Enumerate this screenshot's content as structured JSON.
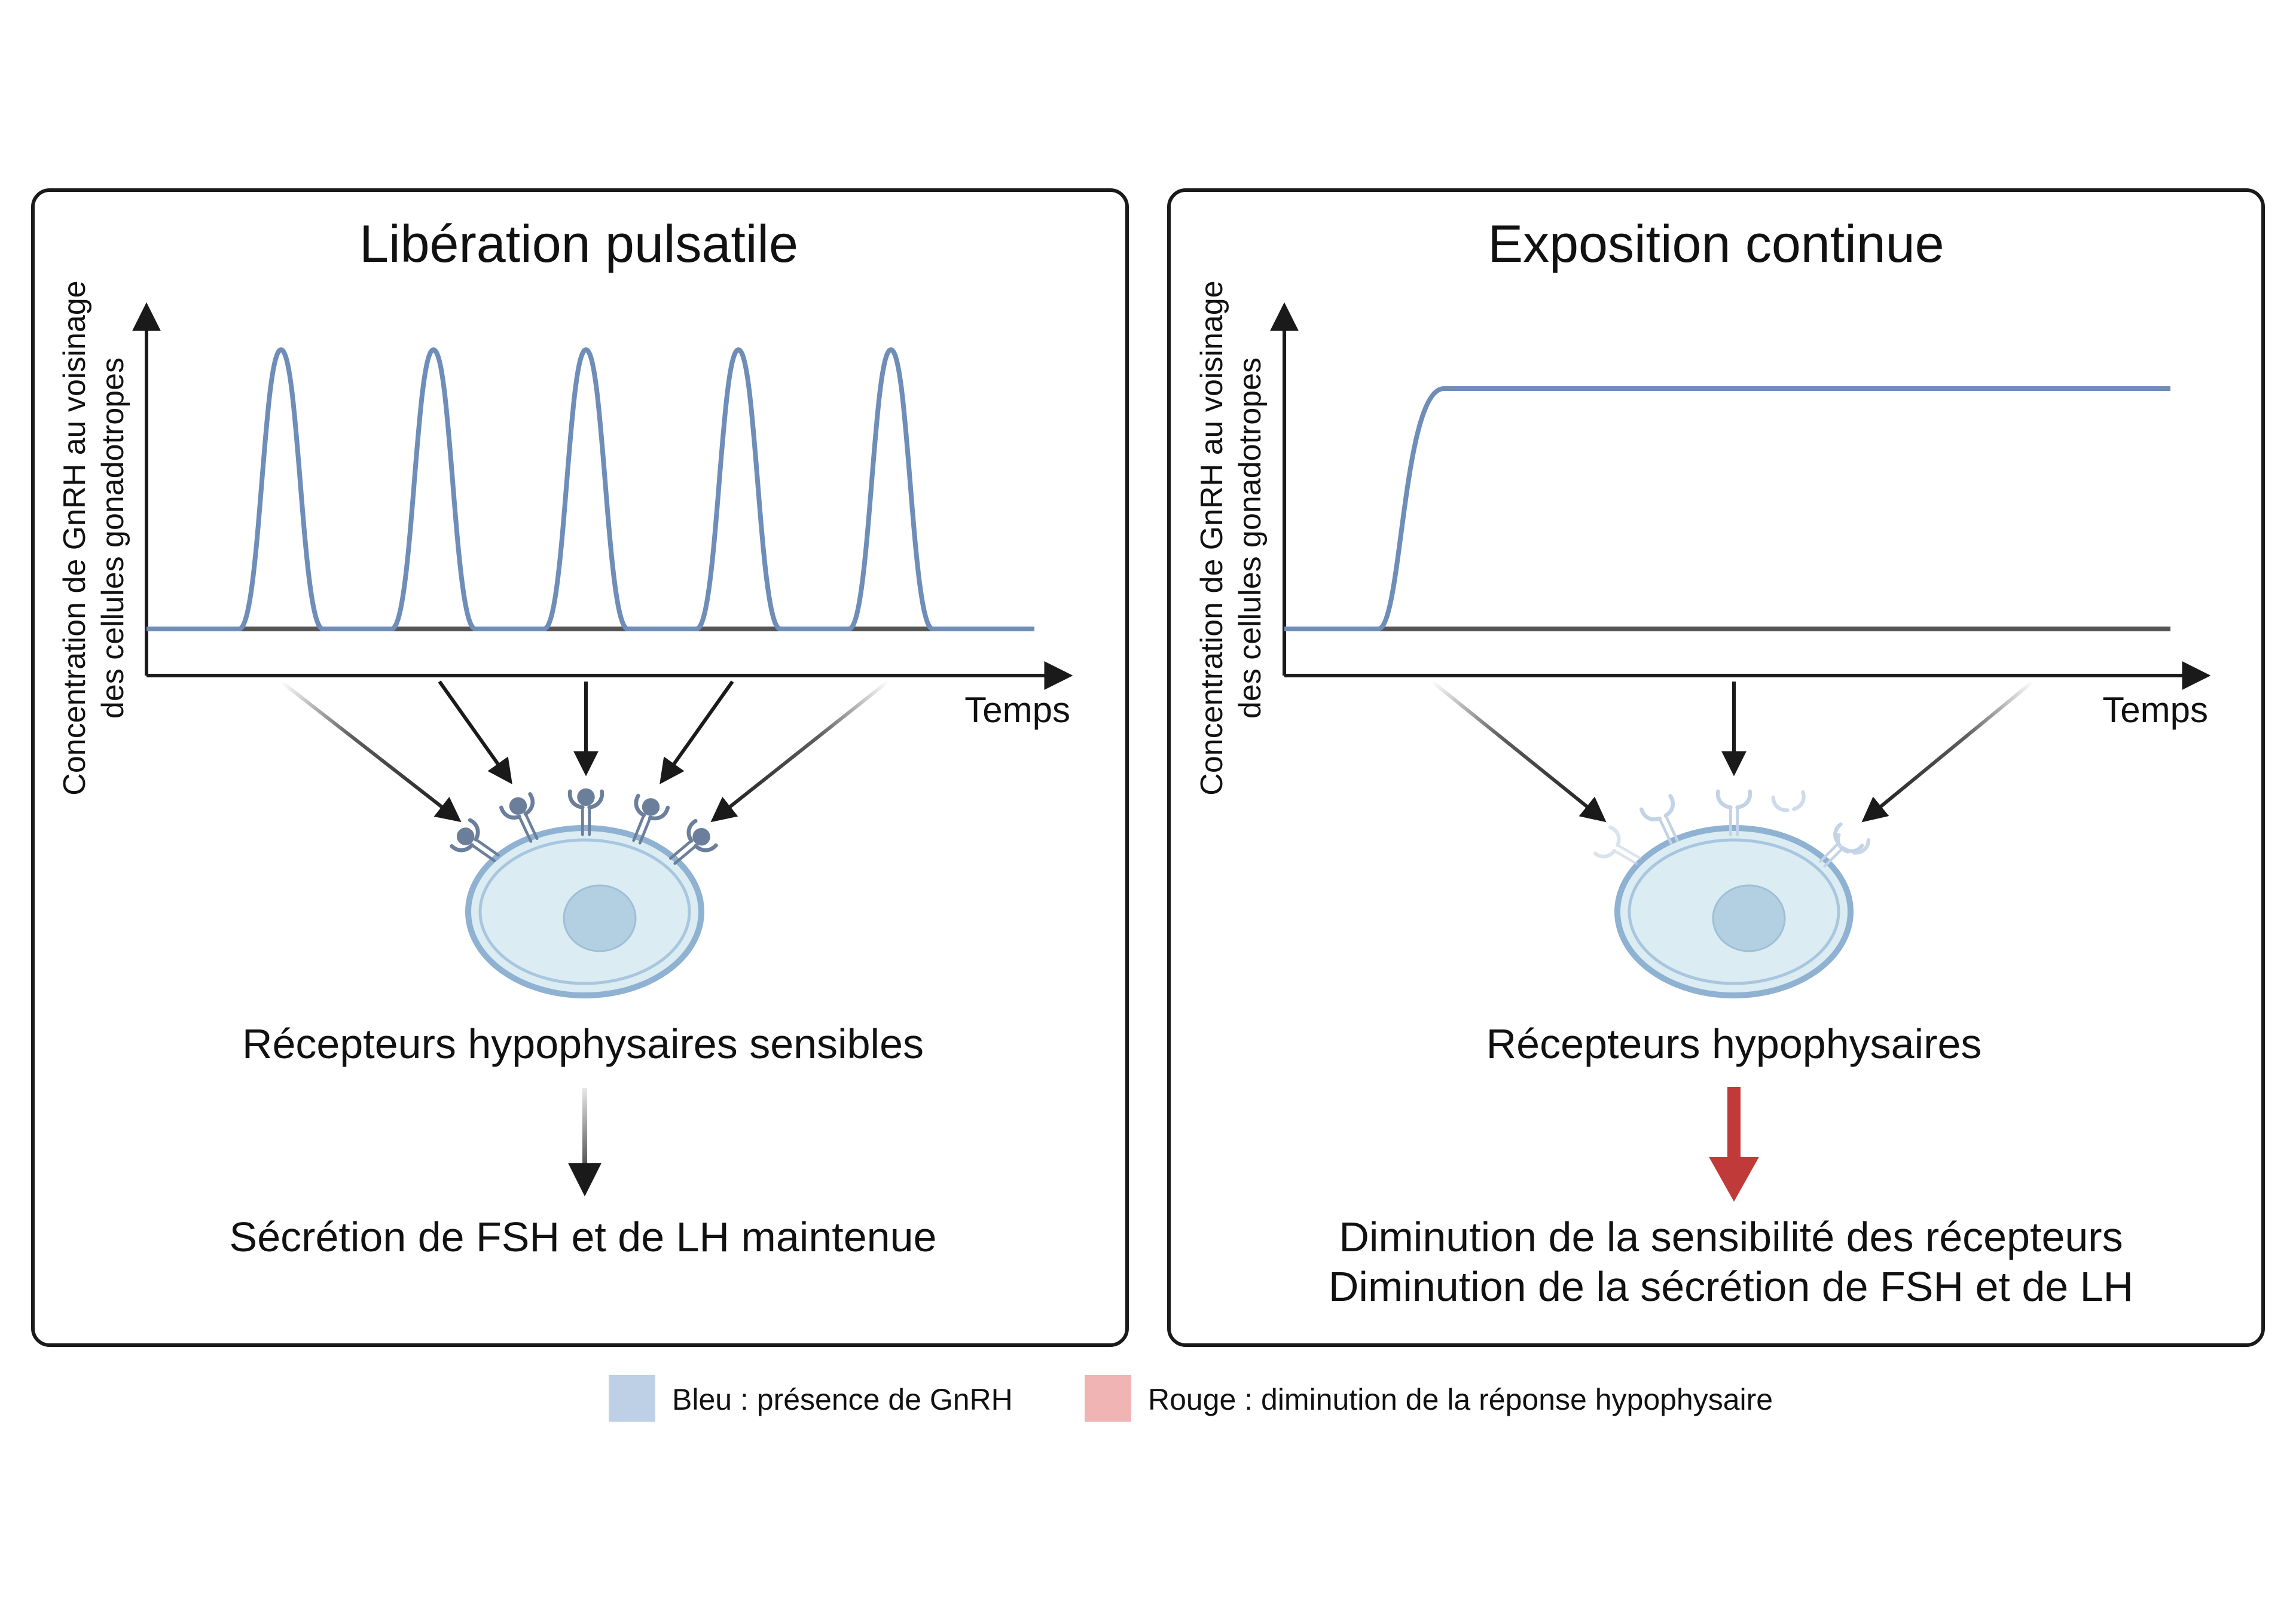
{
  "panels": [
    {
      "title": "Libération pulsatile",
      "ylabel_line1": "Concentration de GnRH au voisinage",
      "ylabel_line2": "des cellules gonadotropes",
      "xlabel": "Temps",
      "cell_label": "Récepteurs hypophysaires sensibles",
      "outcome_lines": [
        "Sécrétion de FSH et de LH maintenue"
      ]
    },
    {
      "title": "Exposition continue",
      "ylabel_line1": "Concentration de GnRH au voisinage",
      "ylabel_line2": "des cellules gonadotropes",
      "xlabel": "Temps",
      "cell_label": "Récepteurs hypophysaires",
      "outcome_lines": [
        "Diminution de la sensibilité des récepteurs",
        "Diminution de la sécrétion de FSH et de LH"
      ]
    }
  ],
  "legend": [
    {
      "label": "Bleu : présence de GnRH",
      "color": "#bdd0e6"
    },
    {
      "label": "Rouge : diminution de la réponse hypophysaire",
      "color": "#f0b4b4"
    }
  ],
  "colors": {
    "signal_line": "#6e8db8",
    "baseline": "#555555",
    "frame": "#1a1a1a",
    "cell_fill": "#dbecf3",
    "cell_stroke": "#8fb1d2",
    "nucleus": "#b3d0e3",
    "receptor": "#6b7f9a",
    "receptor_faded": "#c3d3e6",
    "red_arrow": "#c03a3a"
  }
}
